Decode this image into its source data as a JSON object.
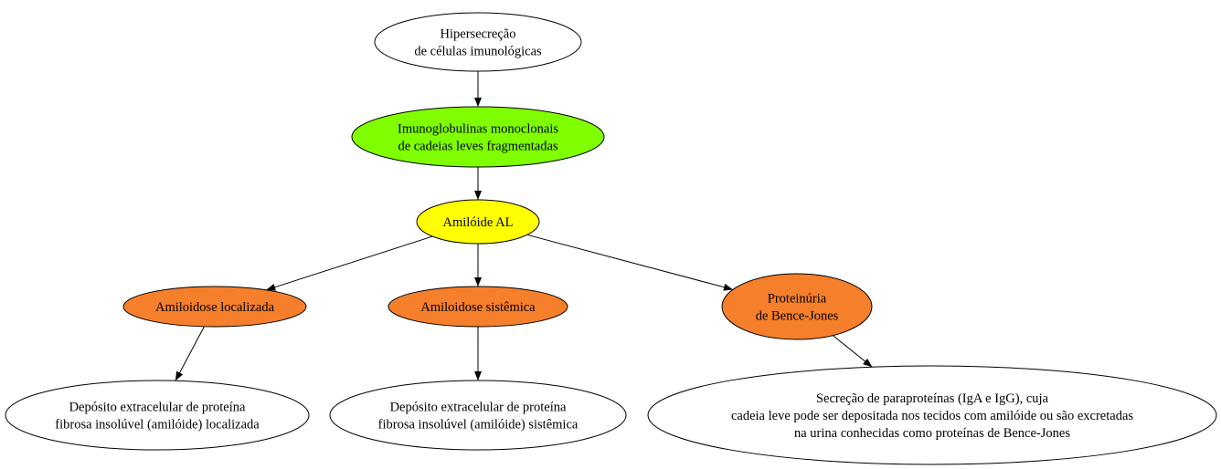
{
  "nodes": {
    "hipersecrecao": {
      "lines": [
        "Hipersecreção",
        "de células imunológicas"
      ],
      "fill": "#ffffff"
    },
    "imunoglobulinas": {
      "lines": [
        "Imunoglobulinas monoclonais",
        "de cadeias leves fragmentadas"
      ],
      "fill": "#7fff00"
    },
    "amiloide_al": {
      "lines": [
        "Amilóide AL"
      ],
      "fill": "#ffff00"
    },
    "amiloidose_localizada": {
      "lines": [
        "Amiloidose localizada"
      ],
      "fill": "#f57f2a"
    },
    "amiloidose_sistemica": {
      "lines": [
        "Amiloidose sistêmica"
      ],
      "fill": "#f57f2a"
    },
    "proteinuria": {
      "lines": [
        "Proteinúria",
        "de Bence-Jones"
      ],
      "fill": "#f57f2a"
    },
    "deposito_localizada": {
      "lines": [
        "Depósito extracelular de proteína",
        "fibrosa insolúvel (amilóide) localizada"
      ],
      "fill": "#ffffff"
    },
    "deposito_sistemica": {
      "lines": [
        "Depósito extracelular de proteína",
        "fibrosa insolúvel (amilóide) sistêmica"
      ],
      "fill": "#ffffff"
    },
    "secrecao": {
      "lines": [
        "Secreção de paraproteínas (IgA e IgG), cuja",
        "cadeia leve pode ser depositada nos tecidos com amilóide ou são excretadas",
        "na urina conhecidas como proteínas de Bence-Jones"
      ],
      "fill": "#ffffff"
    }
  },
  "edges": [
    [
      "hipersecrecao",
      "imunoglobulinas"
    ],
    [
      "imunoglobulinas",
      "amiloide_al"
    ],
    [
      "amiloide_al",
      "amiloidose_localizada"
    ],
    [
      "amiloide_al",
      "amiloidose_sistemica"
    ],
    [
      "amiloide_al",
      "proteinuria"
    ],
    [
      "amiloidose_localizada",
      "deposito_localizada"
    ],
    [
      "amiloidose_sistemica",
      "deposito_sistemica"
    ],
    [
      "proteinuria",
      "secrecao"
    ]
  ]
}
